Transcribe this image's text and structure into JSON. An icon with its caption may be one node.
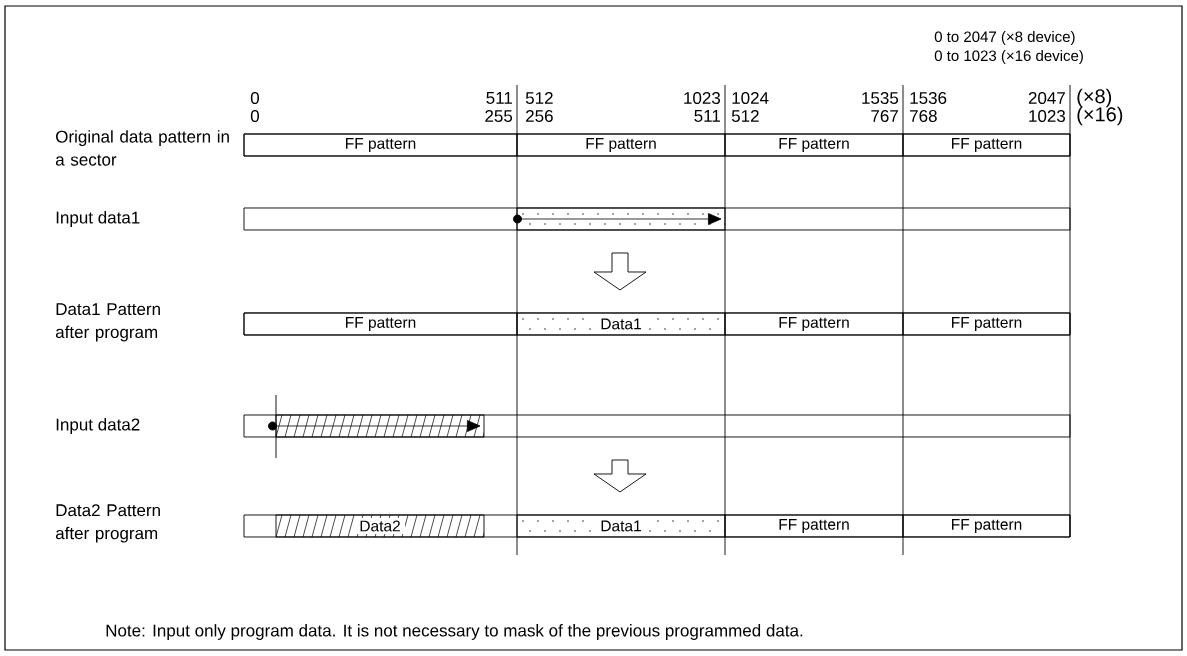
{
  "diagram": {
    "nodes": [
      {
        "text": [],
        "shape": "bar"
      },
      {
        "text": [
          "FF pattern"
        ],
        "in": 0
      },
      {
        "text": [
          "FF pattern"
        ],
        "in": 0
      },
      {
        "text": [
          "FF pattern"
        ],
        "in": 0
      },
      {
        "text": [
          "FF pattern"
        ],
        "in": 0
      },
      {
        "text": [],
        "shape": "bar"
      },
      {
        "text": [],
        "shape": "bar",
        "in": 5
      },
      {
        "text": [],
        "shape": "bar"
      },
      {
        "text": [
          "FF pattern"
        ],
        "in": 7
      },
      {
        "text": [
          "Data1"
        ],
        "in": 7
      },
      {
        "text": [
          "FF pattern"
        ],
        "in": 7
      },
      {
        "text": [
          "FF pattern"
        ],
        "in": 7
      },
      {
        "text": [],
        "shape": "bar"
      },
      {
        "text": [],
        "shape": "bar",
        "in": 12
      },
      {
        "text": [],
        "shape": "bar"
      },
      {
        "text": [
          "Data2"
        ],
        "in": 14
      },
      {
        "text": [
          "Data1"
        ],
        "in": 14
      },
      {
        "text": [
          "FF pattern"
        ],
        "in": 14
      },
      {
        "text": [
          "FF pattern"
        ],
        "in": 14
      }
    ],
    "edges": [
      {
        "from": 5,
        "to": 7,
        "arrow": "to"
      },
      {
        "from": 12,
        "to": 14,
        "arrow": "to"
      }
    ],
    "labels": [
      "0 to 2047 (×8 device)",
      "0 to 1023 (×16 device)",
      "0",
      "511",
      "512",
      "1023",
      "1024",
      "1535",
      "1536",
      "2047",
      "(×8)",
      "0",
      "255",
      "256",
      "511",
      "512",
      "767",
      "768",
      "1023",
      "(×16)",
      "Original data pattern in a sector",
      "Input data1",
      "Data1 Pattern after program",
      "Input data2",
      "Data2 Pattern after program",
      "Note:  Input only program data.  It is not necessary to mask of the previous programmed data."
    ]
  }
}
